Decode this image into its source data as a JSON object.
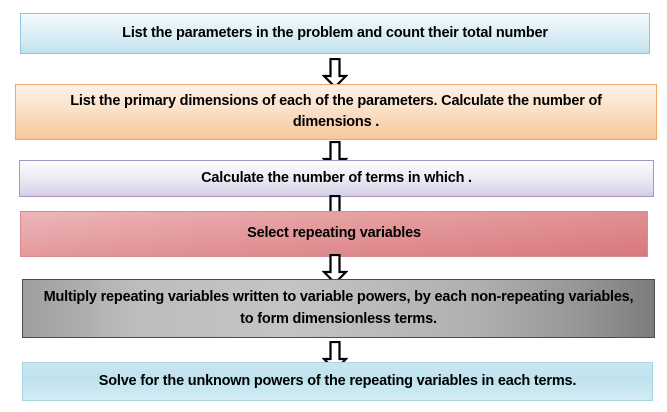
{
  "diagram": {
    "title": "Buckingham Pi Theorem procedure flowchart",
    "type": "vertical-flowchart",
    "arrow_icon": "down-arrow-icon",
    "arrow_count": 5,
    "steps": [
      {
        "index": 1,
        "text": "List the parameters in the problem and count their total number",
        "fill": "#cfe8f1",
        "border": "#8cc8dc",
        "color_name": "light-blue"
      },
      {
        "index": 2,
        "text": "List the primary dimensions of each of the  parameters. Calculate the number of dimensions .",
        "fill": "#f8d0ac",
        "border": "#efa868",
        "color_name": "peach"
      },
      {
        "index": 3,
        "text": "Calculate the number of  terms in which .",
        "fill": "#ded8ea",
        "border": "#a895c6",
        "color_name": "lavender"
      },
      {
        "index": 4,
        "text": "Select repeating variables",
        "fill": "#ecb4b7",
        "border": "#d98a90",
        "color_name": "rose"
      },
      {
        "index": 5,
        "text": "Multiply repeating variables written to variable powers, by each non-repeating variables, to form  dimensionless terms.",
        "fill": "#b0b0b0",
        "border": "#4d4d4d",
        "color_name": "grey"
      },
      {
        "index": 6,
        "text": "Solve for the unknown powers of the repeating variables in each  terms.",
        "fill": "#bfe2ef",
        "border": "#a9d6e5",
        "color_name": "cyan"
      }
    ]
  }
}
